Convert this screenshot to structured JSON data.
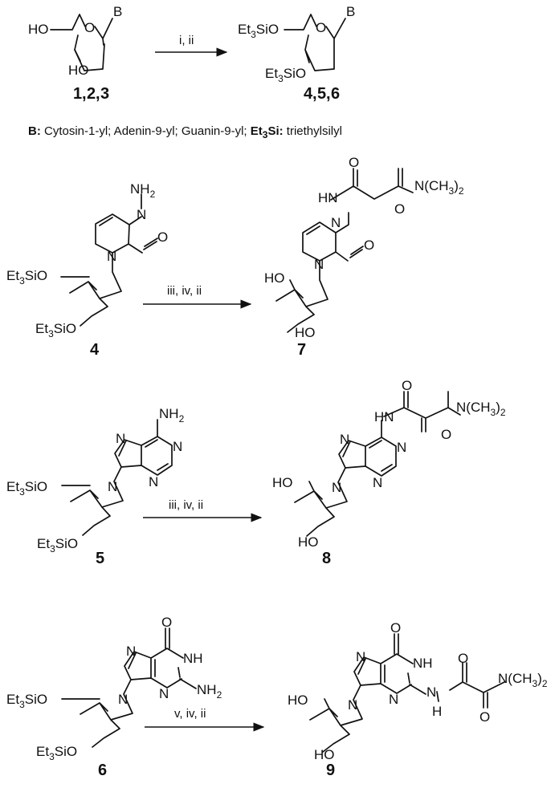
{
  "scheme": {
    "step1": {
      "start_labels": {
        "ho5": "HO",
        "ho3": "HO",
        "base": "B"
      },
      "start_compounds": [
        "1",
        "2",
        "3"
      ],
      "conditions": "i, ii",
      "product_labels": {
        "o5_prefix": "Et",
        "o5_sub": "3",
        "o5_suffix": "SiO",
        "o3_prefix": "Et",
        "o3_sub": "3",
        "o3_suffix": "SiO",
        "base": "B"
      },
      "product_compounds": [
        "4",
        "5",
        "6"
      ]
    },
    "legend": {
      "b_key": "B:",
      "b_text": " Cytosin-1-yl; Adenin-9-yl; Guanin-9-yl; ",
      "et_prefix": "Et",
      "et_sub": "3",
      "et_suffix": "Si:",
      "et_text": " triethylsilyl"
    },
    "row_cytosine": {
      "start_compound": "4",
      "conditions": "iii, iv, ii",
      "product_compound": "7",
      "labels": {
        "nh2": "NH",
        "nh2_sub": "2",
        "n": "N",
        "o": "O",
        "hn": "HN",
        "nme2": "N(CH",
        "nme2_sub3": "3",
        "nme2_end": ")",
        "nme2_sub2": "2",
        "ho": "HO",
        "tes_prefix": "Et",
        "tes_sub": "3",
        "tes_suffix": "SiO"
      }
    },
    "row_adenine": {
      "start_compound": "5",
      "conditions": "iii, iv, ii",
      "product_compound": "8",
      "labels": {
        "nh2": "NH",
        "nh2_sub": "2",
        "n": "N",
        "o": "O",
        "hn": "HN",
        "nme2": "N(CH",
        "nme2_sub3": "3",
        "nme2_end": ")",
        "nme2_sub2": "2",
        "ho": "HO",
        "tes_prefix": "Et",
        "tes_sub": "3",
        "tes_suffix": "SiO"
      }
    },
    "row_guanine": {
      "start_compound": "6",
      "conditions": "v, iv, ii",
      "product_compound": "9",
      "labels": {
        "nh2": "NH",
        "nh2_sub": "2",
        "n": "N",
        "o": "O",
        "nh": "NH",
        "h": "H",
        "nme2": "N(CH",
        "nme2_sub3": "3",
        "nme2_end": ")",
        "nme2_sub2": "2",
        "ho": "HO",
        "tes_prefix": "Et",
        "tes_sub": "3",
        "tes_suffix": "SiO"
      }
    }
  }
}
